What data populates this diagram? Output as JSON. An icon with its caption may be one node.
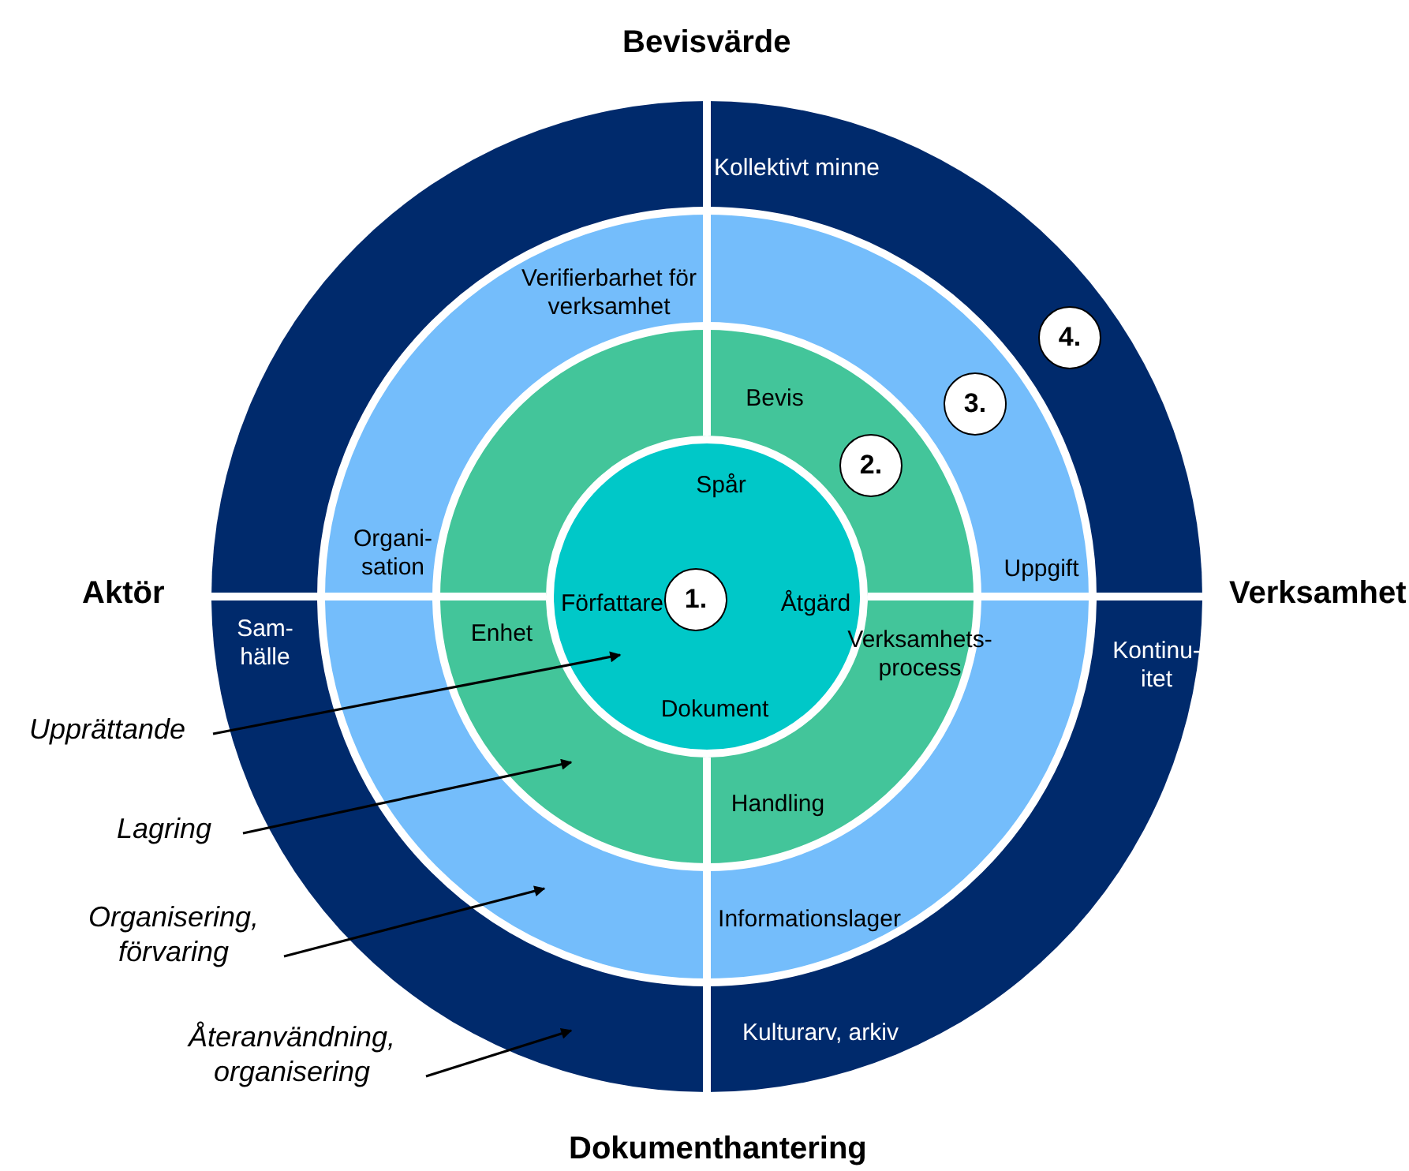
{
  "diagram": {
    "nodes": [
      {
        "text": [
          "Kollektivt minne",
          "Kontinu- itet",
          "Kulturarv, arkiv",
          "Sam- hälle"
        ]
      },
      {
        "text": [
          "Verifierbarhet för verksamhet",
          "Uppgift",
          "Informationslager",
          "Organi- sation"
        ],
        "in": 0
      },
      {
        "text": [
          "Bevis",
          "Verksamhets- process",
          "Handling",
          "Enhet"
        ],
        "in": 1
      },
      {
        "text": [
          "Spår",
          "Åtgärd",
          "Dokument",
          "Författare"
        ],
        "in": 2
      },
      {
        "text": [
          "1."
        ],
        "in": 3
      },
      {
        "text": [
          "2."
        ],
        "in": 2
      },
      {
        "text": [
          "3."
        ],
        "in": 1
      },
      {
        "text": [
          "4."
        ],
        "in": 0
      },
      {
        "text": [
          "Upprättande"
        ]
      },
      {
        "text": [
          "Lagring"
        ]
      },
      {
        "text": [
          "Organisering, förvaring"
        ]
      },
      {
        "text": [
          "Återanvändning, organisering"
        ]
      }
    ],
    "edges": [
      {
        "from": 8,
        "to": 3,
        "arrow": "to"
      },
      {
        "from": 9,
        "to": 2,
        "arrow": "to"
      },
      {
        "from": 10,
        "to": 1,
        "arrow": "to"
      },
      {
        "from": 11,
        "to": 0,
        "arrow": "to"
      }
    ],
    "labels": [
      "Bevisvärde",
      "Aktör",
      "Verksamhet",
      "Dokumenthantering"
    ]
  }
}
